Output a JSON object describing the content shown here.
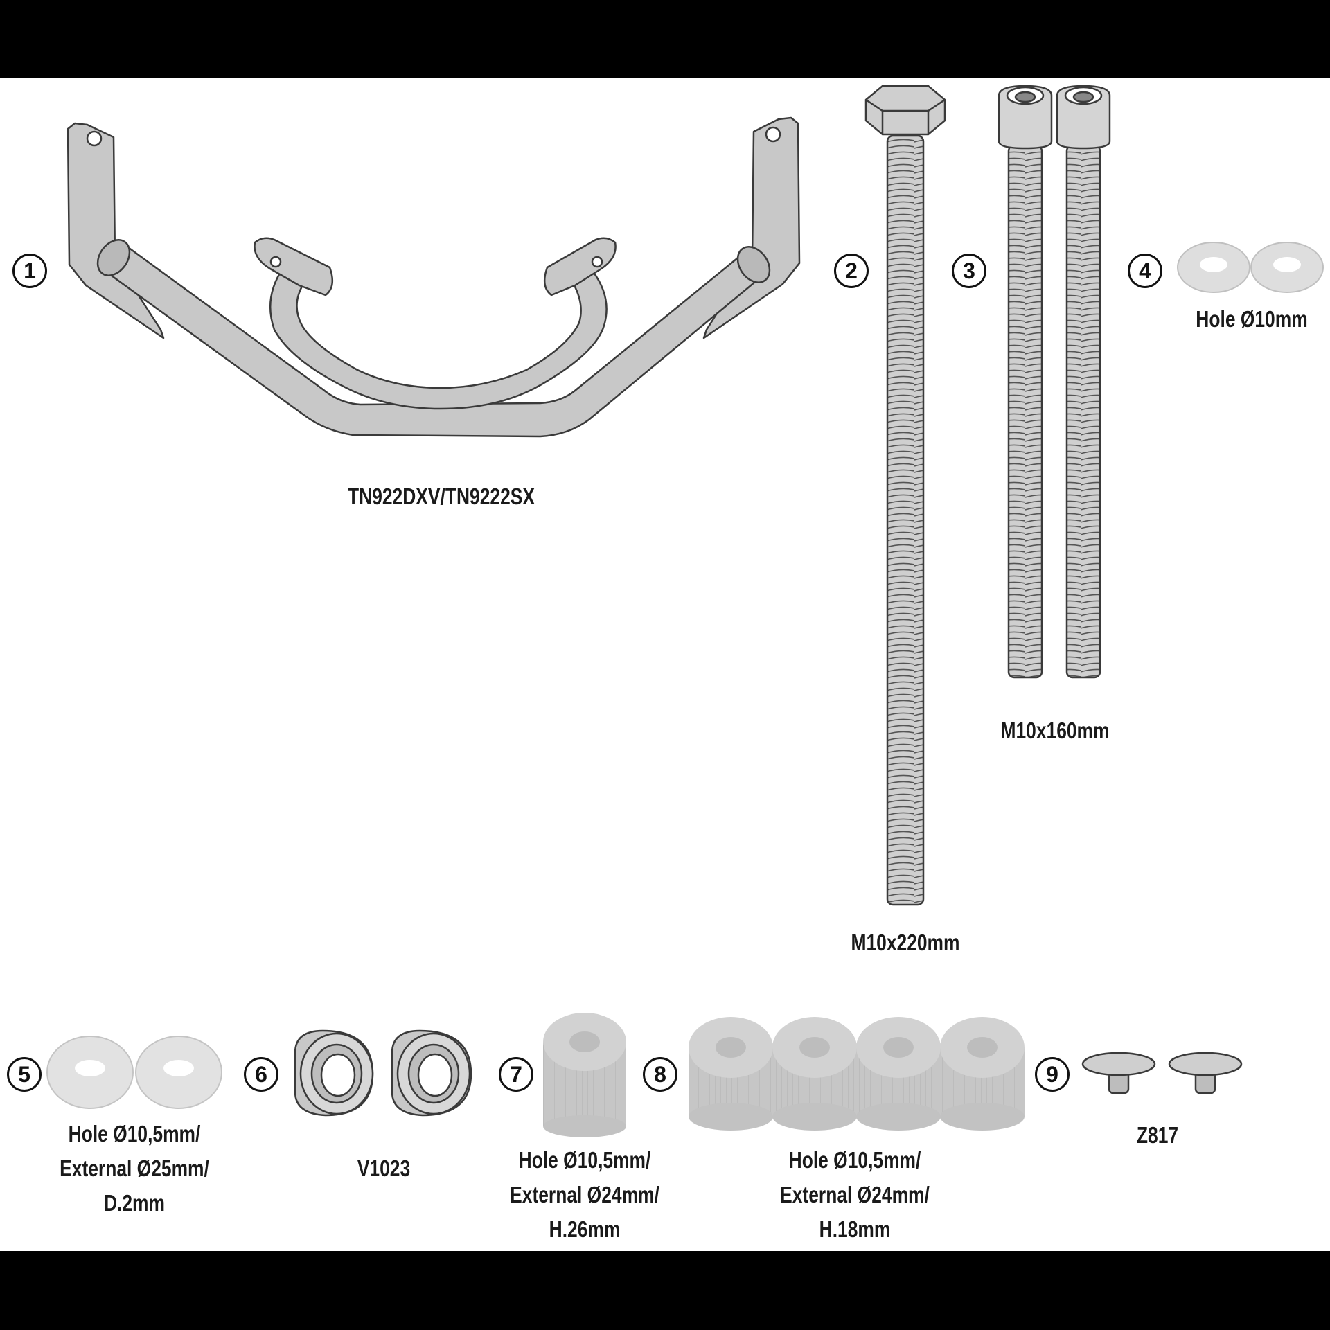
{
  "parts": [
    {
      "number": "1",
      "label": "TN922DXV/TN9222SX"
    },
    {
      "number": "2",
      "label": "M10x220mm"
    },
    {
      "number": "3",
      "label": "M10x160mm"
    },
    {
      "number": "4",
      "label": "Hole Ø10mm"
    },
    {
      "number": "5",
      "label": "Hole Ø10,5mm/\nExternal Ø25mm/\nD.2mm"
    },
    {
      "number": "6",
      "label": "V1023"
    },
    {
      "number": "7",
      "label": "Hole Ø10,5mm/\nExternal Ø24mm/\nH.26mm"
    },
    {
      "number": "8",
      "label": "Hole Ø10,5mm/\nExternal Ø24mm/\nH.18mm"
    },
    {
      "number": "9",
      "label": "Z817"
    }
  ],
  "colors": {
    "part_fill": "#c8c8c8",
    "washer_fill": "#dedede",
    "outline": "#3a3a3a",
    "frame": "#000000",
    "sheet": "#ffffff"
  }
}
